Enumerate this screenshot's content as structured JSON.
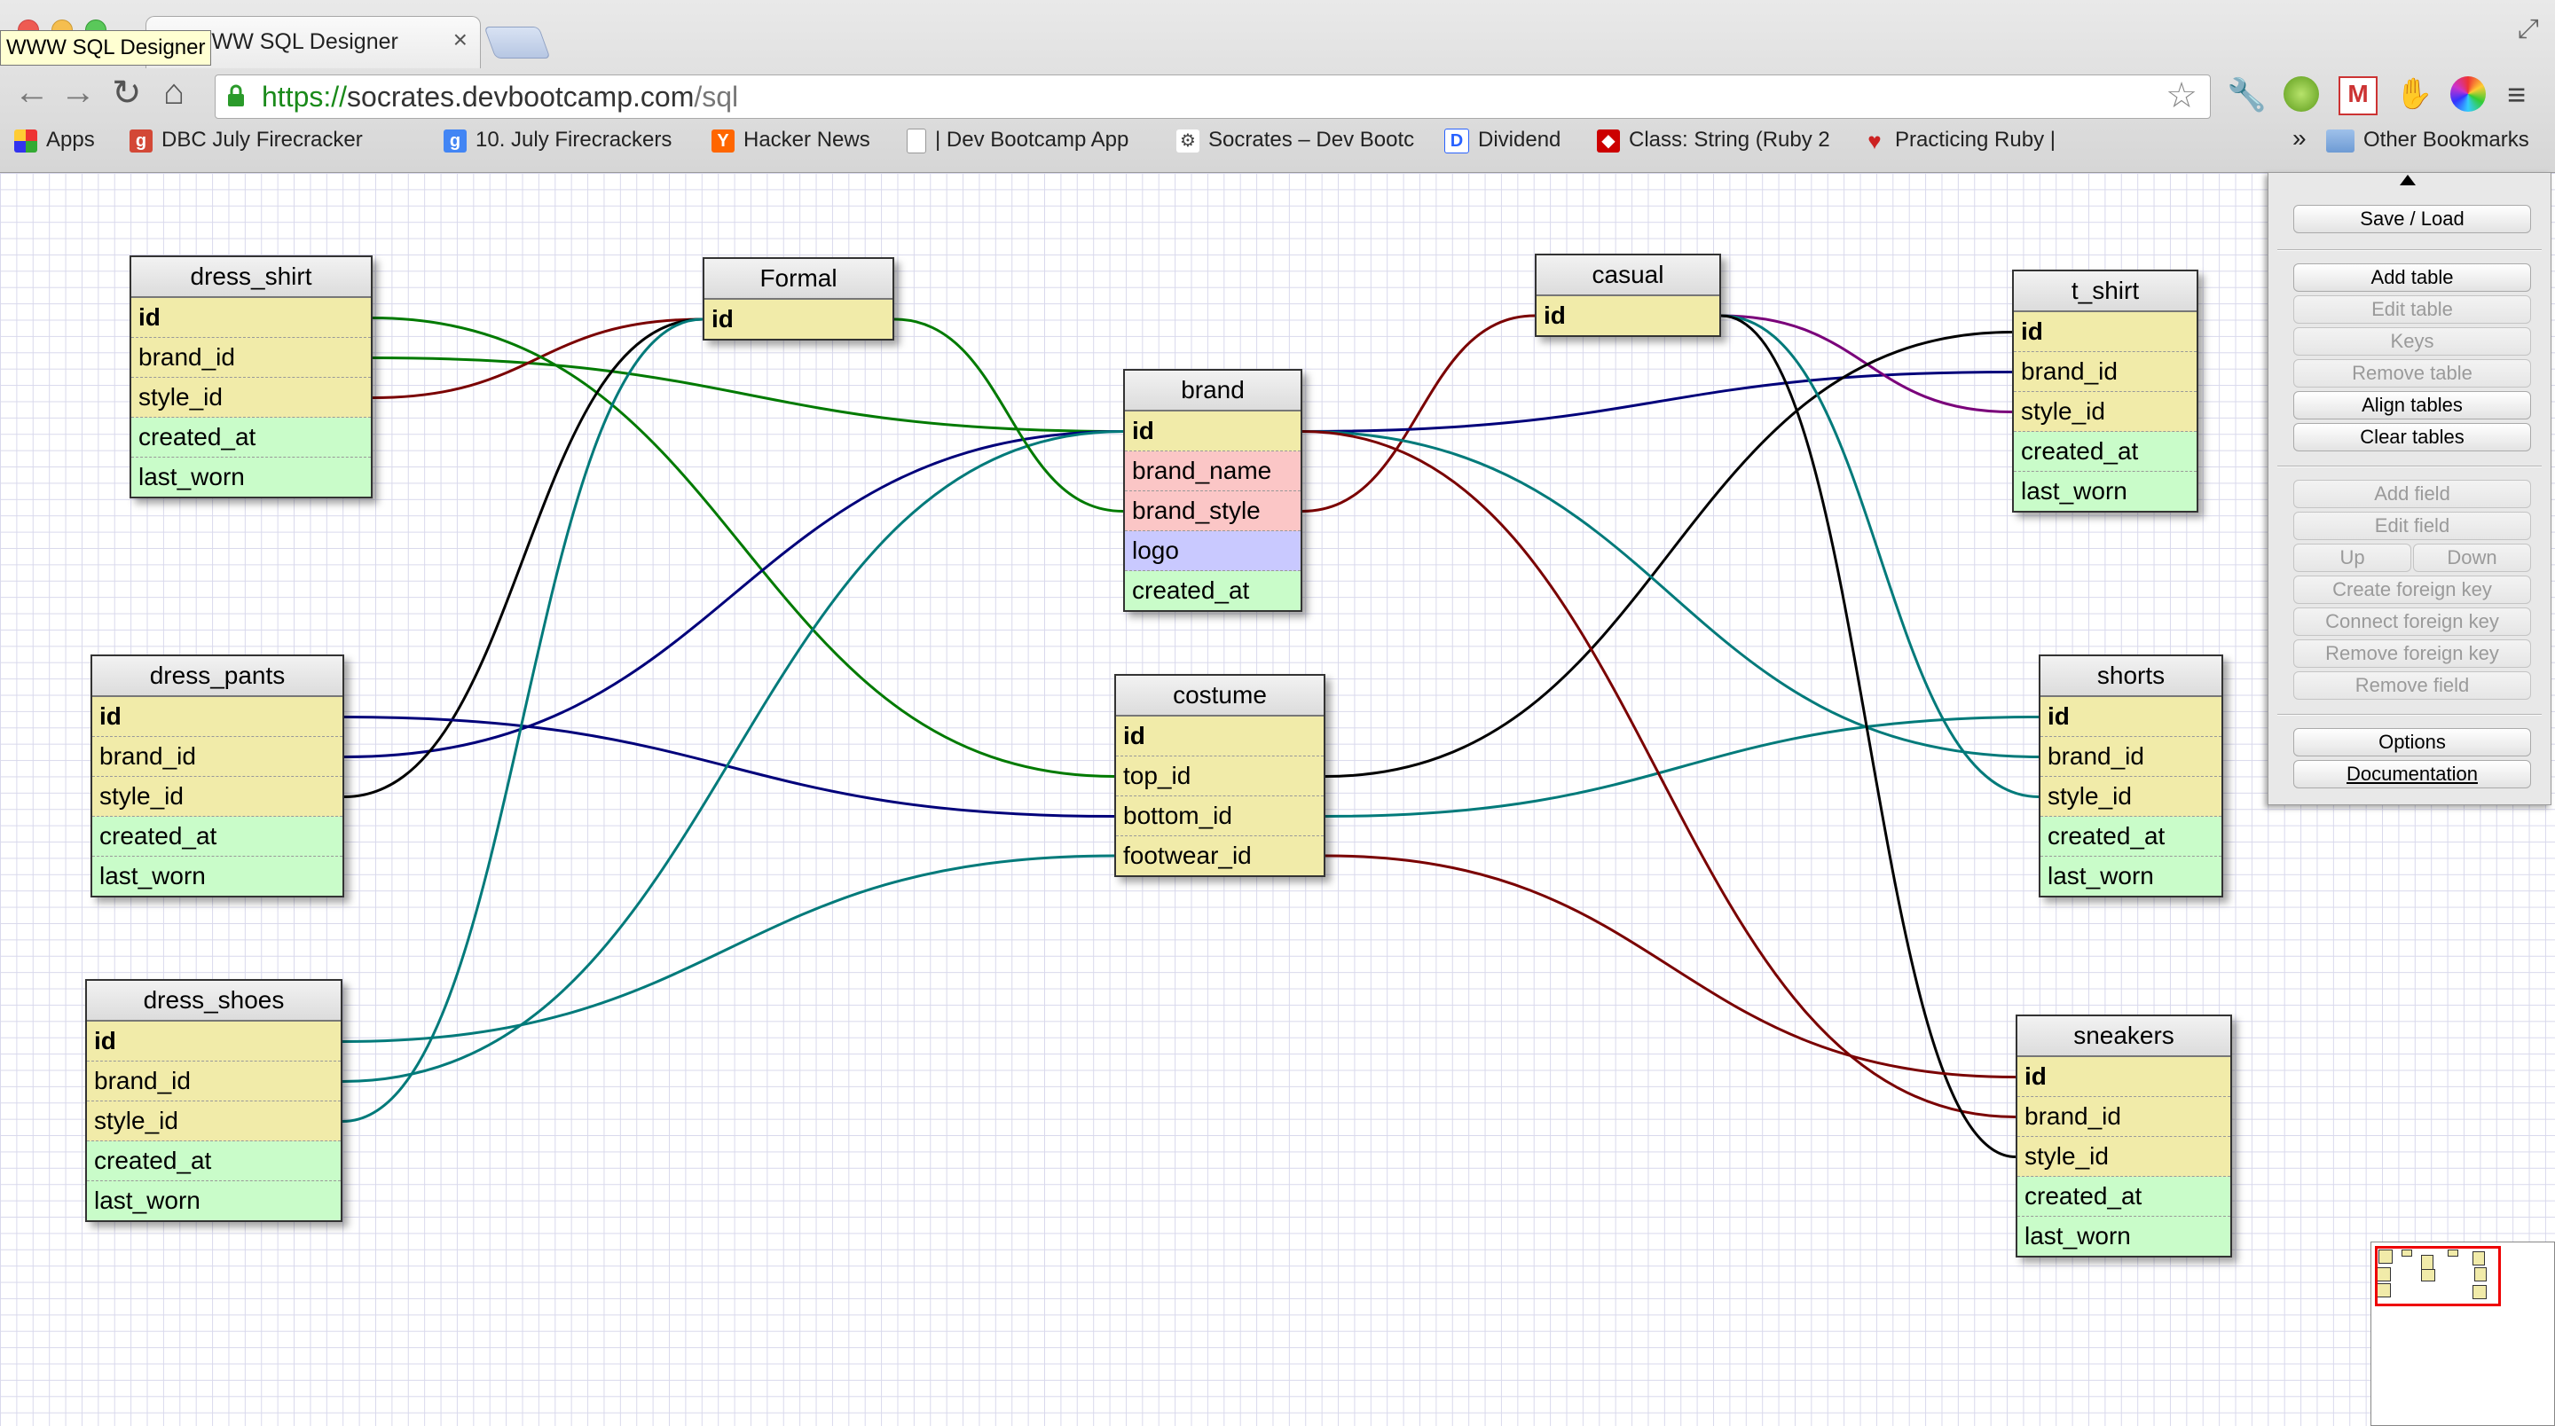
{
  "browser": {
    "tab_title": "WWW SQL Designer",
    "tab_close": "×",
    "tooltip": "WWW SQL Designer",
    "url": {
      "scheme": "https://",
      "host": "socrates.devbootcamp.com",
      "path": "/sql"
    },
    "bookmarks": [
      {
        "label": "Apps",
        "icon": "apps-grid-icon",
        "color": "#d93025"
      },
      {
        "label": "DBC July Firecracker",
        "icon": "g-plus-icon",
        "color": "#d34836"
      },
      {
        "label": "10. July Firecrackers",
        "icon": "google-icon",
        "color": "#4285f4"
      },
      {
        "label": "Hacker News",
        "icon": "y-combinator-icon",
        "color": "#ff6600"
      },
      {
        "label": "| Dev Bootcamp App",
        "icon": "page-icon",
        "color": "#dddddd"
      },
      {
        "label": "Socrates – Dev Bootc",
        "icon": "socrates-icon",
        "color": "#555555"
      },
      {
        "label": "Dividend",
        "icon": "dividend-icon",
        "color": "#2962ff"
      },
      {
        "label": "Class: String (Ruby 2",
        "icon": "ruby-icon",
        "color": "#cc0000"
      },
      {
        "label": "Practicing Ruby |",
        "icon": "heart-icon",
        "color": "#cc2222"
      }
    ],
    "bookmarks_overflow": "»",
    "other_bookmarks": "Other Bookmarks"
  },
  "tables": [
    {
      "name": "dress_shirt",
      "fields": [
        {
          "name": "id",
          "type": "pk"
        },
        {
          "name": "brand_id",
          "type": "int"
        },
        {
          "name": "style_id",
          "type": "int"
        },
        {
          "name": "created_at",
          "type": "date"
        },
        {
          "name": "last_worn",
          "type": "date"
        }
      ]
    },
    {
      "name": "Formal",
      "fields": [
        {
          "name": "id",
          "type": "pk"
        }
      ]
    },
    {
      "name": "brand",
      "fields": [
        {
          "name": "id",
          "type": "pk"
        },
        {
          "name": "brand_name",
          "type": "str"
        },
        {
          "name": "brand_style",
          "type": "str"
        },
        {
          "name": "logo",
          "type": "bin"
        },
        {
          "name": "created_at",
          "type": "date"
        }
      ]
    },
    {
      "name": "casual",
      "fields": [
        {
          "name": "id",
          "type": "pk"
        }
      ]
    },
    {
      "name": "t_shirt",
      "fields": [
        {
          "name": "id",
          "type": "pk"
        },
        {
          "name": "brand_id",
          "type": "int"
        },
        {
          "name": "style_id",
          "type": "int"
        },
        {
          "name": "created_at",
          "type": "date"
        },
        {
          "name": "last_worn",
          "type": "date"
        }
      ]
    },
    {
      "name": "dress_pants",
      "fields": [
        {
          "name": "id",
          "type": "pk"
        },
        {
          "name": "brand_id",
          "type": "int"
        },
        {
          "name": "style_id",
          "type": "int"
        },
        {
          "name": "created_at",
          "type": "date"
        },
        {
          "name": "last_worn",
          "type": "date"
        }
      ]
    },
    {
      "name": "costume",
      "fields": [
        {
          "name": "id",
          "type": "pk"
        },
        {
          "name": "top_id",
          "type": "int"
        },
        {
          "name": "bottom_id",
          "type": "int"
        },
        {
          "name": "footwear_id",
          "type": "int"
        }
      ]
    },
    {
      "name": "shorts",
      "fields": [
        {
          "name": "id",
          "type": "pk"
        },
        {
          "name": "brand_id",
          "type": "int"
        },
        {
          "name": "style_id",
          "type": "int"
        },
        {
          "name": "created_at",
          "type": "date"
        },
        {
          "name": "last_worn",
          "type": "date"
        }
      ]
    },
    {
      "name": "dress_shoes",
      "fields": [
        {
          "name": "id",
          "type": "pk"
        },
        {
          "name": "brand_id",
          "type": "int"
        },
        {
          "name": "style_id",
          "type": "int"
        },
        {
          "name": "created_at",
          "type": "date"
        },
        {
          "name": "last_worn",
          "type": "date"
        }
      ]
    },
    {
      "name": "sneakers",
      "fields": [
        {
          "name": "id",
          "type": "pk"
        },
        {
          "name": "brand_id",
          "type": "int"
        },
        {
          "name": "style_id",
          "type": "int"
        },
        {
          "name": "created_at",
          "type": "date"
        },
        {
          "name": "last_worn",
          "type": "date"
        }
      ]
    }
  ],
  "relations": [
    {
      "from": "dress_shirt.brand_id",
      "to": "brand.id",
      "color": "#007a00"
    },
    {
      "from": "dress_shirt.style_id",
      "to": "Formal.id",
      "color": "#7a0000"
    },
    {
      "from": "dress_shirt.id",
      "to": "costume.top_id",
      "color": "#007a00"
    },
    {
      "from": "dress_pants.brand_id",
      "to": "brand.id",
      "color": "#00007a"
    },
    {
      "from": "dress_pants.style_id",
      "to": "Formal.id",
      "color": "#000000"
    },
    {
      "from": "dress_pants.id",
      "to": "costume.bottom_id",
      "color": "#00007a"
    },
    {
      "from": "dress_shoes.brand_id",
      "to": "brand.id",
      "color": "#007a7a"
    },
    {
      "from": "dress_shoes.style_id",
      "to": "Formal.id",
      "color": "#007a7a"
    },
    {
      "from": "dress_shoes.id",
      "to": "costume.footwear_id",
      "color": "#007a7a"
    },
    {
      "from": "Formal.id",
      "to": "brand.brand_style",
      "color": "#007a00"
    },
    {
      "from": "brand.brand_style",
      "to": "casual.id",
      "color": "#7a0000"
    },
    {
      "from": "t_shirt.brand_id",
      "to": "brand.id",
      "color": "#00007a"
    },
    {
      "from": "t_shirt.style_id",
      "to": "casual.id",
      "color": "#7a007a"
    },
    {
      "from": "t_shirt.id",
      "to": "costume.top_id",
      "color": "#000000"
    },
    {
      "from": "shorts.brand_id",
      "to": "brand.id",
      "color": "#007a7a"
    },
    {
      "from": "shorts.style_id",
      "to": "casual.id",
      "color": "#007a7a"
    },
    {
      "from": "shorts.id",
      "to": "costume.bottom_id",
      "color": "#007a7a"
    },
    {
      "from": "sneakers.brand_id",
      "to": "brand.id",
      "color": "#7a0000"
    },
    {
      "from": "sneakers.style_id",
      "to": "casual.id",
      "color": "#000000"
    },
    {
      "from": "sneakers.id",
      "to": "costume.footwear_id",
      "color": "#7a0000"
    }
  ],
  "panel": {
    "save_load": "Save / Load",
    "add_table": "Add table",
    "edit_table": "Edit table",
    "keys": "Keys",
    "remove_table": "Remove table",
    "align_tables": "Align tables",
    "clear_tables": "Clear tables",
    "add_field": "Add field",
    "edit_field": "Edit field",
    "up": "Up",
    "down": "Down",
    "create_foreign_key": "Create foreign key",
    "connect_foreign_key": "Connect foreign key",
    "remove_foreign_key": "Remove foreign key",
    "remove_field": "Remove field",
    "options": "Options",
    "documentation": "Documentation"
  },
  "colors": {
    "pk_int": "#f1eba9",
    "string": "#fbc6c6",
    "binary": "#c9c9ff",
    "datetime": "#c9fcc9",
    "grid": "#d9d9ec"
  }
}
